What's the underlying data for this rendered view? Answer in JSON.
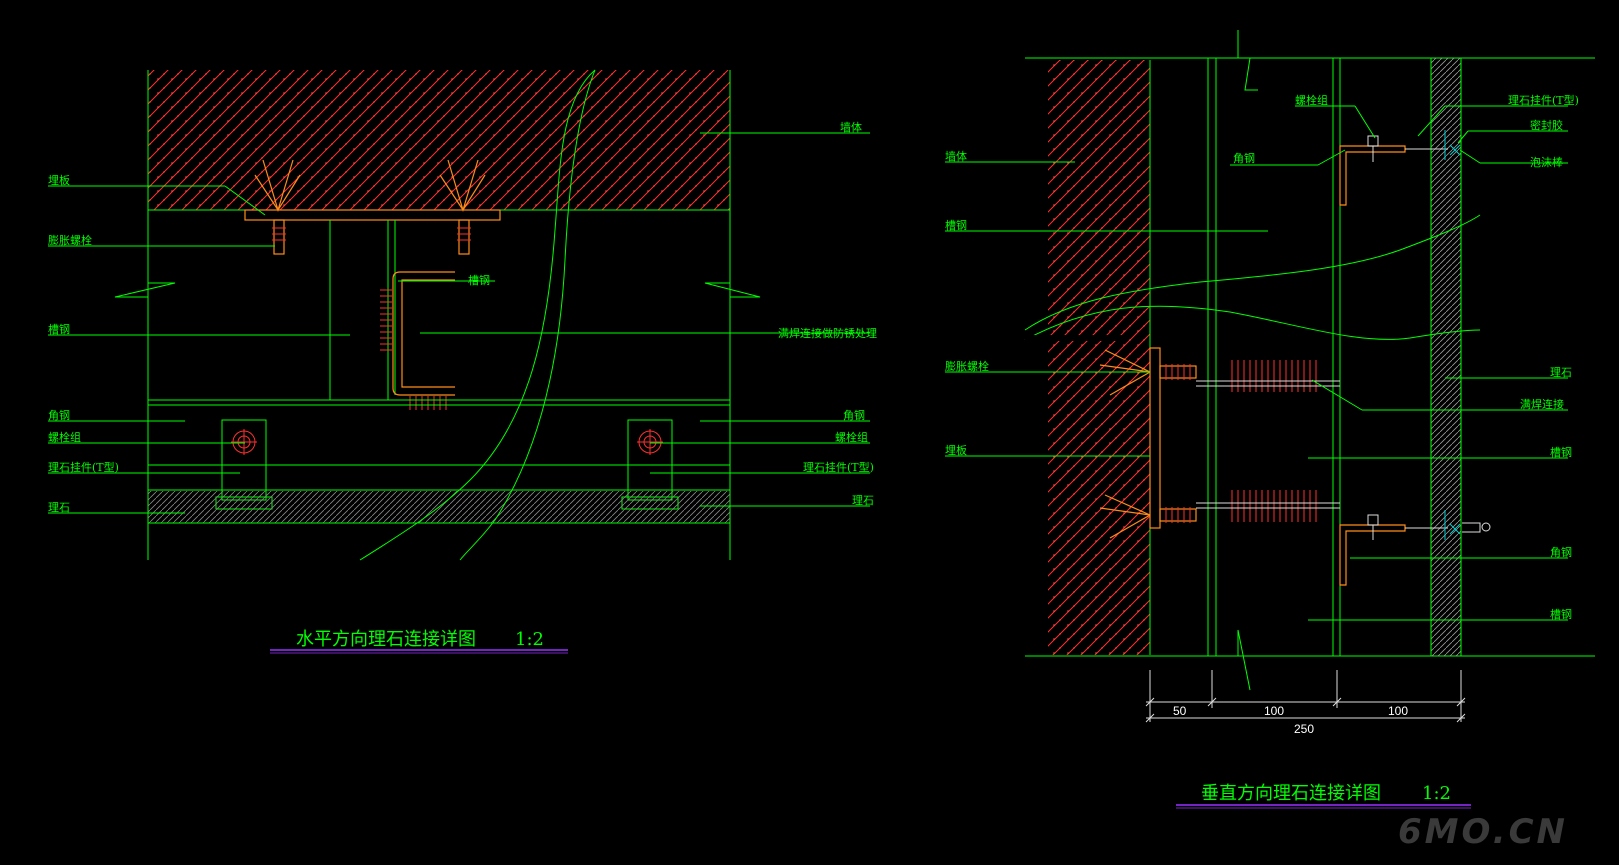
{
  "left_detail": {
    "title": "水平方向理石连接详图",
    "scale": "1:2",
    "labels": {
      "wall": "墙体",
      "embed_plate": "埋板",
      "expansion_bolt": "膨胀螺栓",
      "channel_steel_right": "槽钢",
      "channel_steel_left": "槽钢",
      "weld_note": "满焊连接做防锈处理",
      "angle_steel_left": "角钢",
      "angle_steel_right": "角钢",
      "bolt_group_left": "螺栓组",
      "bolt_group_right": "螺栓组",
      "marble_hanger_left": "理石挂件(T型)",
      "marble_hanger_right": "理石挂件(T型)",
      "marble_left": "理石",
      "marble_right": "理石"
    }
  },
  "right_detail": {
    "title": "垂直方向理石连接详图",
    "scale": "1:2",
    "labels": {
      "wall": "墙体",
      "channel_steel_top": "槽钢",
      "expansion_bolt": "膨胀螺栓",
      "embed_plate": "埋板",
      "bolt_group": "螺栓组",
      "angle_steel_top": "角钢",
      "marble_hanger": "理石挂件(T型)",
      "sealant": "密封胶",
      "foam_rod": "泡沫棒",
      "marble": "理石",
      "weld": "满焊连接",
      "channel_steel_mid": "槽钢",
      "angle_steel_bottom": "角钢",
      "channel_steel_bottom": "槽钢"
    },
    "dimensions": {
      "d1": "50",
      "d2": "100",
      "d3": "100",
      "total": "250"
    }
  },
  "watermark": "6MO.CN",
  "colors": {
    "line": "#00ff00",
    "hatch": "#ff3030",
    "steel": "#ff8c1a",
    "title_underline": "#9b30ff"
  }
}
